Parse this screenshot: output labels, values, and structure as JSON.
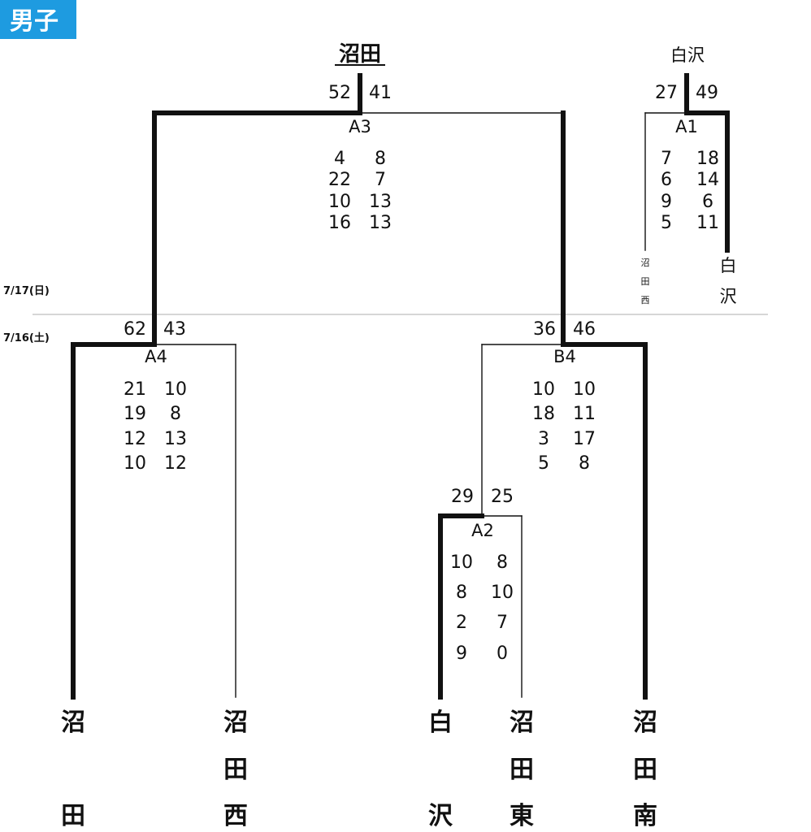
{
  "badge": {
    "label": "男子",
    "color": "#1e9be0"
  },
  "dates": {
    "day2": "7/17(日)",
    "day1": "7/16(土)"
  },
  "winner_main": "沼田",
  "winner_side": "白沢",
  "teams": {
    "numata": [
      "沼",
      "田"
    ],
    "numatanishi": [
      "沼",
      "田",
      "西"
    ],
    "shirasawa": [
      "白",
      "沢"
    ],
    "numatahigashi": [
      "沼",
      "田",
      "東"
    ],
    "numataminami": [
      "沼",
      "田",
      "南"
    ],
    "a1_left": [
      "沼",
      "田",
      "西"
    ],
    "a1_right": [
      "白",
      "沢"
    ]
  },
  "matches": {
    "A3": {
      "code": "A3",
      "left_total": "52",
      "right_total": "41",
      "periods": [
        [
          "4",
          "8"
        ],
        [
          "22",
          "7"
        ],
        [
          "10",
          "13"
        ],
        [
          "16",
          "13"
        ]
      ]
    },
    "A1": {
      "code": "A1",
      "left_total": "27",
      "right_total": "49",
      "periods": [
        [
          "7",
          "18"
        ],
        [
          "6",
          "14"
        ],
        [
          "9",
          "6"
        ],
        [
          "5",
          "11"
        ]
      ]
    },
    "A4": {
      "code": "A4",
      "left_total": "62",
      "right_total": "43",
      "periods": [
        [
          "21",
          "10"
        ],
        [
          "19",
          "8"
        ],
        [
          "12",
          "13"
        ],
        [
          "10",
          "12"
        ]
      ]
    },
    "B4": {
      "code": "B4",
      "left_total": "36",
      "right_total": "46",
      "periods": [
        [
          "10",
          "10"
        ],
        [
          "18",
          "11"
        ],
        [
          "3",
          "17"
        ],
        [
          "5",
          "8"
        ]
      ]
    },
    "A2": {
      "code": "A2",
      "left_total": "29",
      "right_total": "25",
      "periods": [
        [
          "10",
          "8"
        ],
        [
          "8",
          "10"
        ],
        [
          "2",
          "7"
        ],
        [
          "9",
          "0"
        ]
      ]
    }
  }
}
